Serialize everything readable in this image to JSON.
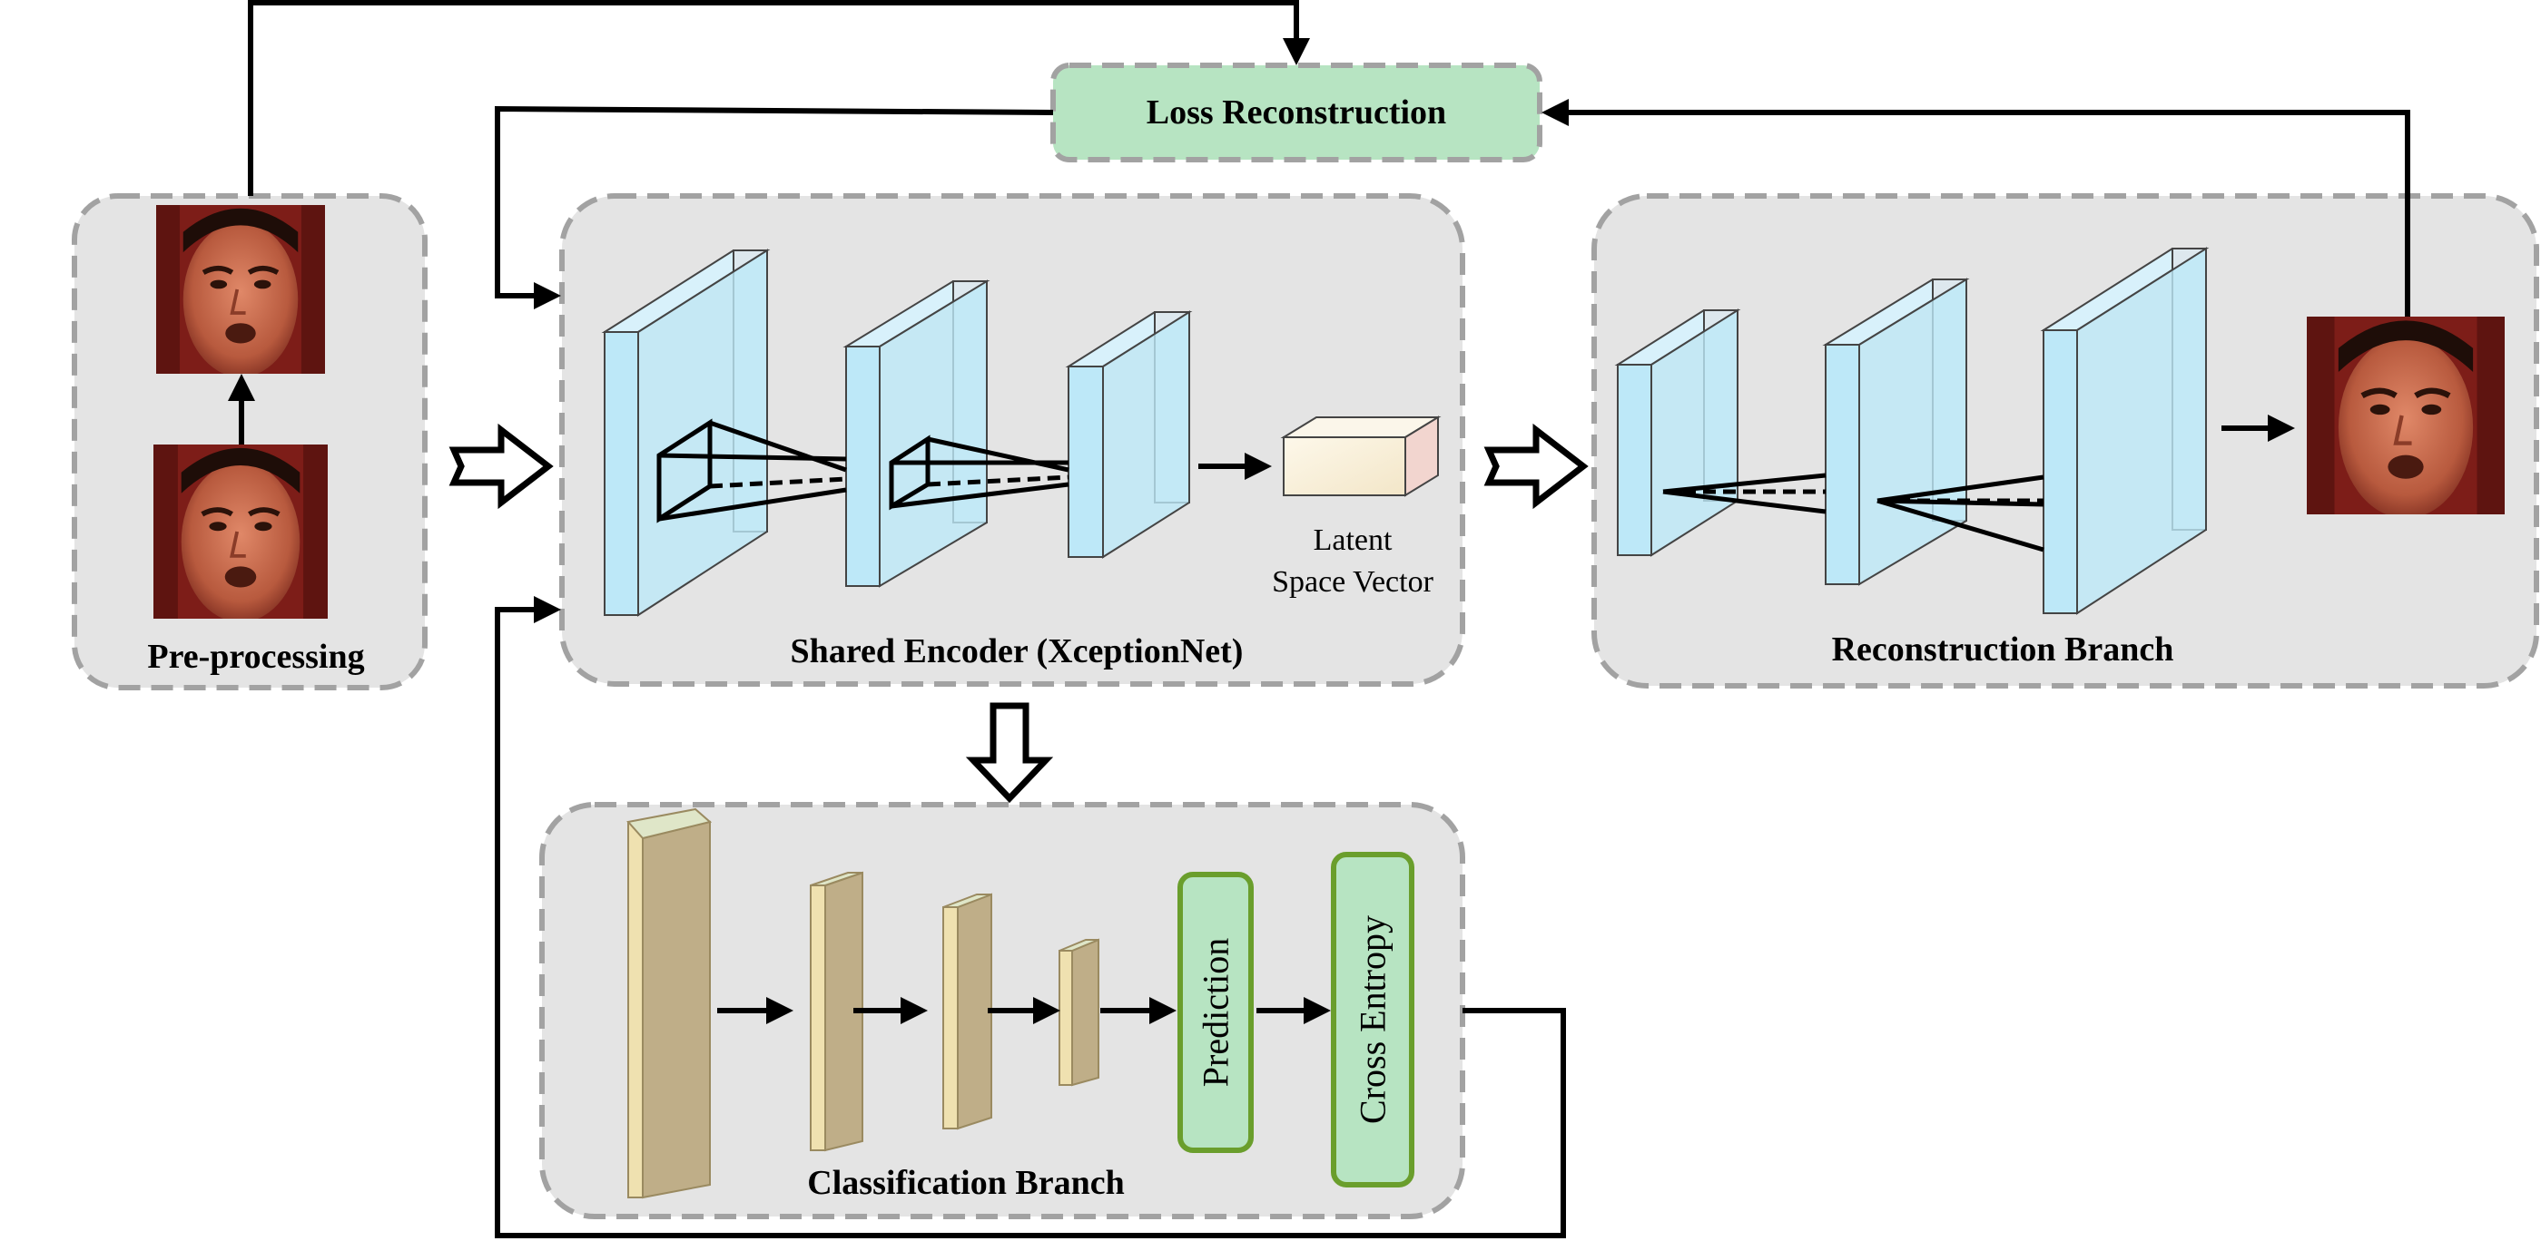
{
  "modules": {
    "preprocessing": "Pre-processing",
    "encoder": "Shared Encoder (XceptionNet)",
    "reconstruction": "Reconstruction Branch",
    "classification": "Classification Branch"
  },
  "loss_label": "Loss Reconstruction",
  "latent_label_1": "Latent",
  "latent_label_2": "Space Vector",
  "prediction_label": "Prediction",
  "cross_entropy_label": "Cross Entropy",
  "colors": {
    "panel_fill": "#e4e4e4",
    "panel_border": "#a2a2a2",
    "encoder_layer": "#bde8f8",
    "classifier_layer": "#e9d9a6",
    "green_box": "#b7e4c2",
    "green_border": "#6a9e2c",
    "face_skin": "#c96a4a",
    "face_bg": "#7d1d18"
  }
}
